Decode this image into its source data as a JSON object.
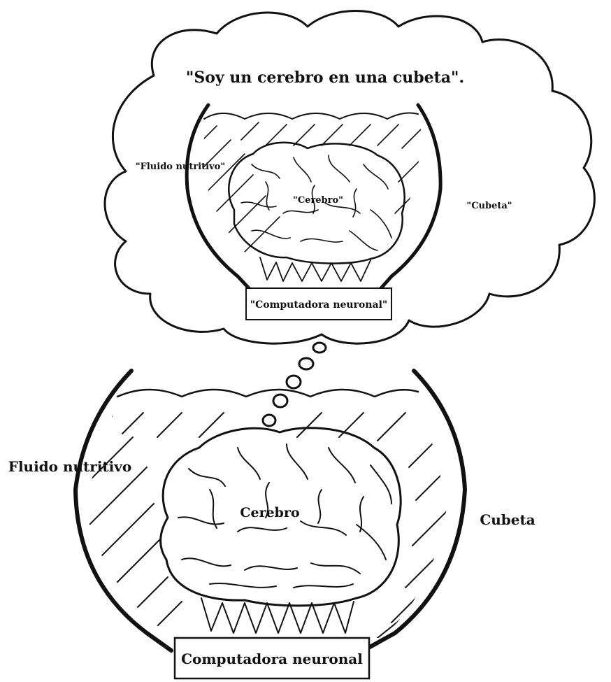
{
  "thought": {
    "quote": "\"Soy un cerebro en una cubeta\".",
    "fluid_label": "\"Fluido nutritivo\"",
    "brain_label": "\"Cerebro\"",
    "vat_label": "\"Cubeta\"",
    "computer_label": "\"Computadora neuronal\""
  },
  "main": {
    "fluid_label": "Fluido nutritivo",
    "brain_label": "Cerebro",
    "vat_label": "Cubeta",
    "computer_label": "Computadora neuronal"
  }
}
